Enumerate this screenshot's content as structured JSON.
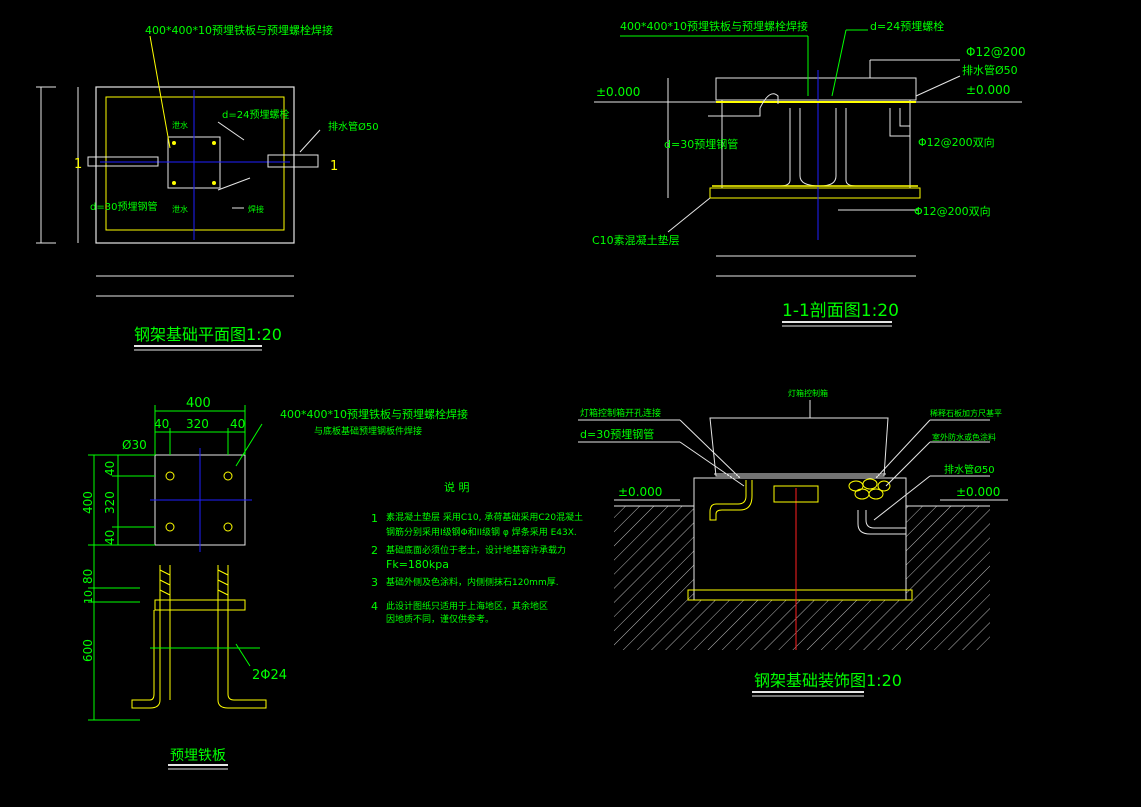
{
  "colors": {
    "background": "#000000",
    "line_white": "#e6e6e6",
    "line_green": "#00ff00",
    "line_yellow": "#ffff00",
    "line_cyan": "#00ffff",
    "line_blue": "#2020ff",
    "line_red": "#ff2020"
  },
  "plan": {
    "title": "钢架基础平面图1:20",
    "plate_label": "400*400*10预埋铁板与预埋螺栓焊接",
    "bolt_label": "d=24预埋螺栓",
    "pipe_label": "排水管Ø50",
    "strip_label": "d=30预埋钢管",
    "drain_label_1": "泄水",
    "drain_label_2": "泄水",
    "weld_label": "焊接",
    "section_mark_left": "1",
    "section_mark_right": "1"
  },
  "section": {
    "title": "1-1剖面图1:20",
    "plate_label": "400*400*10预埋铁板与预埋螺栓焊接",
    "bolt_label": "d=24预埋螺栓",
    "rebar_top": "Φ12@200",
    "pipe_label": "排水管Ø50",
    "level_left": "±0.000",
    "level_right": "±0.000",
    "rebar_mid": "Φ12@200双向",
    "tube_label": "d=30预埋钢管",
    "rebar_bottom": "Φ12@200双向",
    "base_label": "C10素混凝土垫层"
  },
  "plate": {
    "title": "预埋铁板",
    "dim_400": "400",
    "dim_40a": "40",
    "dim_320": "320",
    "dim_40b": "40",
    "hole_label": "Ø30",
    "note_line1": "400*400*10预埋铁板与预埋螺栓焊接",
    "note_line2": "与底板基础预埋钢板件焊接",
    "vdim_40a": "40",
    "vdim_320": "320",
    "vdim_40b": "40",
    "vdim_400": "400",
    "vdim_80": "80",
    "vdim_10": "10",
    "vdim_600": "600",
    "bolt_label": "2Φ24"
  },
  "notes": {
    "heading": "说 明",
    "items": [
      {
        "num": "1",
        "line1": "素混凝土垫层 采用C10, 承荷基础采用C20混凝土",
        "line2": "钢筋分别采用I级钢Φ和II级钢 φ 焊条采用 E43X."
      },
      {
        "num": "2",
        "line1": "基础底面必须位于老土，设计地基容许承载力",
        "line2": "Fk=180kpa"
      },
      {
        "num": "3",
        "line1": "基础外侧及色涂料，内侧侧抹石120mm厚.",
        "line2": ""
      },
      {
        "num": "4",
        "line1": "此设计图纸只适用于上海地区，其余地区",
        "line2": "因地质不同，谨仅供参考。"
      }
    ]
  },
  "detail": {
    "title": "钢架基础装饰图1:20",
    "top_label": "灯箱控制箱",
    "left_label1": "灯箱控制箱开孔连接",
    "left_label2": "d=30预埋钢管",
    "right_label1": "稀释石板加方尺基平",
    "right_label2": "室外防水或色涂料",
    "right_label3": "排水管Ø50",
    "level_left": "±0.000",
    "level_right": "±0.000"
  }
}
